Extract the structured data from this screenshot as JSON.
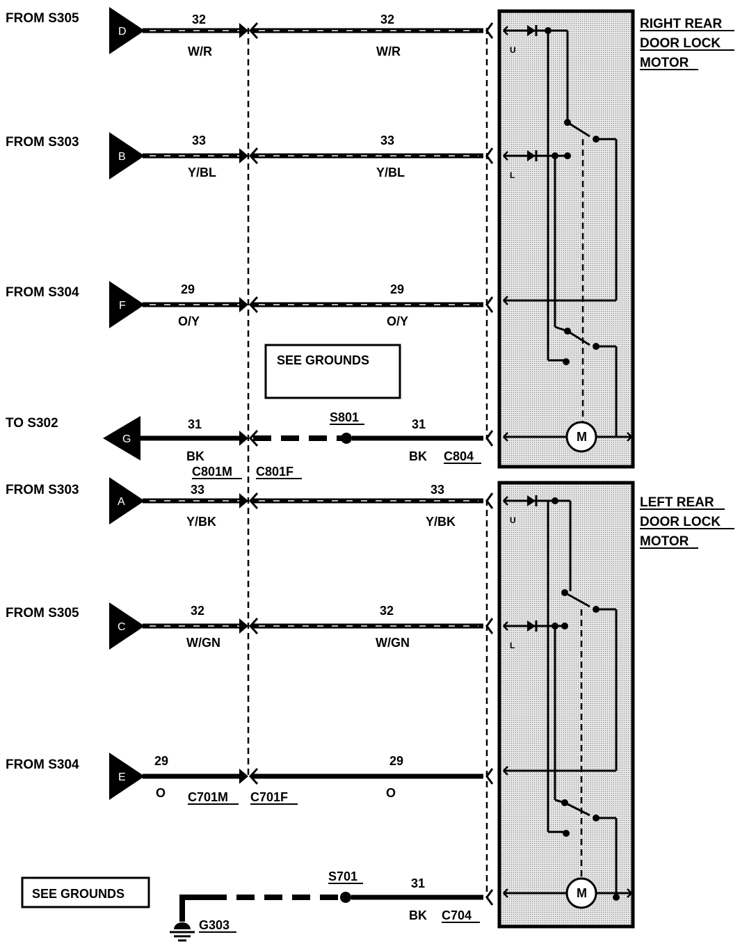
{
  "sources": [
    {
      "id": "D",
      "label": "FROM S305",
      "num_left": "32",
      "color_left": "W/R",
      "num_right": "32",
      "color_right": "W/R"
    },
    {
      "id": "B",
      "label": "FROM S303",
      "num_left": "33",
      "color_left": "Y/BL",
      "num_right": "33",
      "color_right": "Y/BL"
    },
    {
      "id": "F",
      "label": "FROM S304",
      "num_left": "29",
      "color_left": "O/Y",
      "num_right": "29",
      "color_right": "O/Y"
    },
    {
      "id": "G",
      "label": "TO S302",
      "num_left": "31",
      "color_left": "BK",
      "num_right": "31",
      "color_right": "BK"
    },
    {
      "id": "A",
      "label": "FROM S303",
      "num_left": "33",
      "color_left": "Y/BK",
      "num_right": "33",
      "color_right": "Y/BK"
    },
    {
      "id": "C",
      "label": "FROM S305",
      "num_left": "32",
      "color_left": "W/GN",
      "num_right": "32",
      "color_right": "W/GN"
    },
    {
      "id": "E",
      "label": "FROM S304",
      "num_left": "29",
      "color_left": "O",
      "num_right": "29",
      "color_right": "O"
    }
  ],
  "connectors": {
    "c801m": "C801M",
    "c801f": "C801F",
    "c804": "C804",
    "c701m": "C701M",
    "c701f": "C701F",
    "c704": "C704"
  },
  "splices": {
    "s801": "S801",
    "s701": "S701"
  },
  "ground": {
    "label": "G303",
    "bottom_wire_num": "31",
    "bottom_wire_color": "BK"
  },
  "see_grounds_1": "SEE GROUNDS",
  "see_grounds_2": "SEE GROUNDS",
  "right_motor": {
    "line1": "RIGHT REAR",
    "line2": "DOOR LOCK",
    "line3": "MOTOR",
    "u": "U",
    "l": "L",
    "m": "M"
  },
  "left_motor": {
    "line1": "LEFT REAR",
    "line2": "DOOR LOCK",
    "line3": "MOTOR",
    "u": "U",
    "l": "L",
    "m": "M"
  }
}
